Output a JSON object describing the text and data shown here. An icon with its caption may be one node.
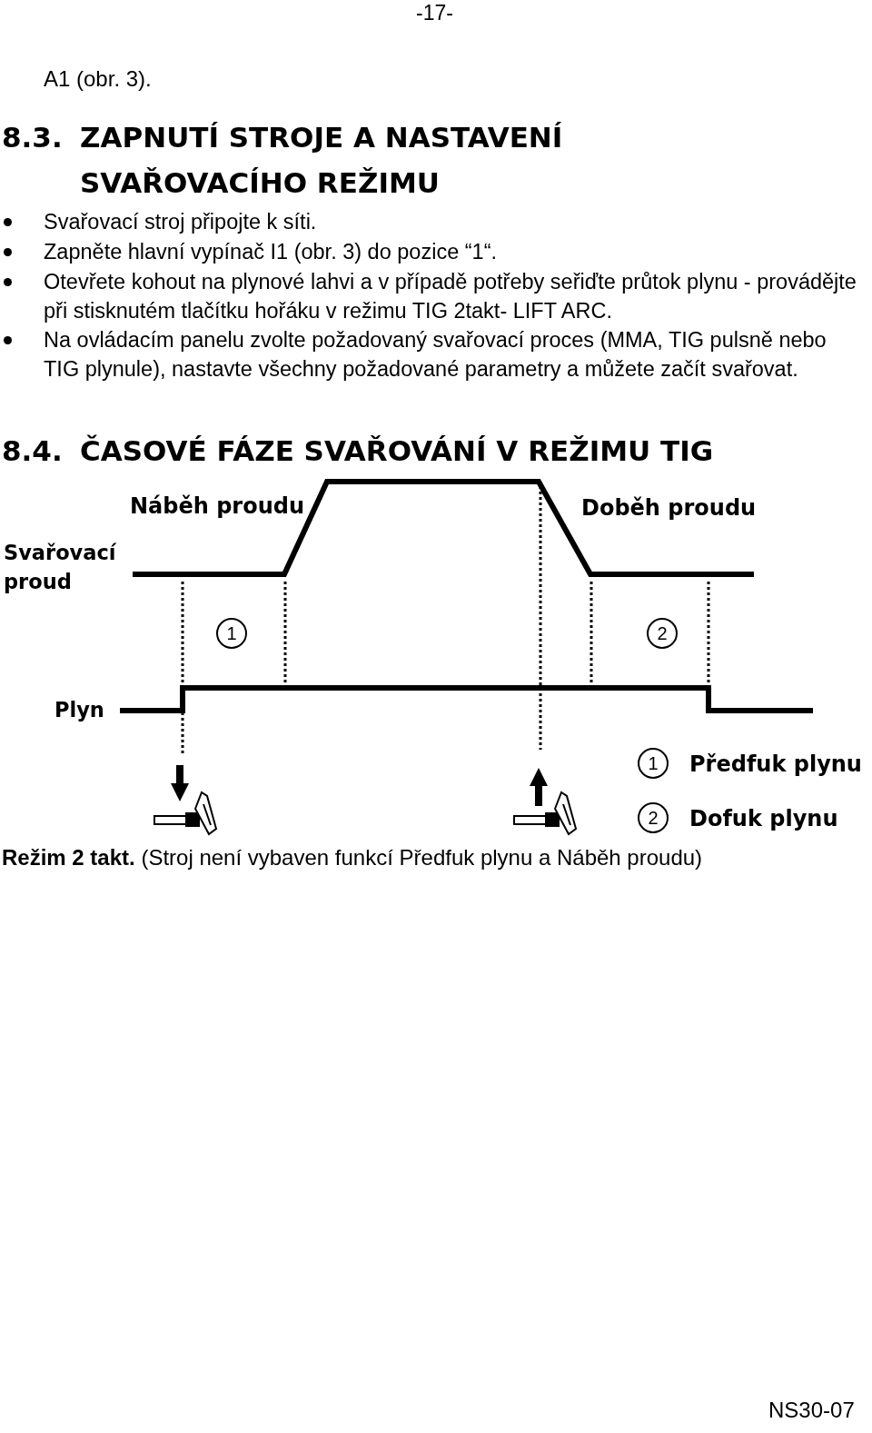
{
  "diagram": {
    "labels": [
      "-17-",
      "A1 (obr. 3).",
      "8.3.",
      "ZAPNUTÍ STROJE A NASTAVENÍ SVAŘOVACÍHO REŽIMU",
      "Svařovací stroj připojte k síti.",
      "Zapněte hlavní vypínač I1 (obr. 3) do pozice “1“.",
      "Otevřete kohout na plynové lahvi a v případě potřeby seřiďte průtok plynu - provádějte při stisknutém tlačítku hořáku v režimu TIG 2takt- LIFT ARC.",
      "Na ovládacím panelu zvolte požadovaný svařovací proces (MMA, TIG pulsně nebo TIG plynule), nastavte všechny požadované parametry a můžete začít svařovat.",
      "8.4.",
      "ČASOVÉ FÁZE SVAŘOVÁNÍ V REŽIMU TIG",
      "Náběh proudu",
      "Doběh proudu",
      "Svařovací proud",
      "1",
      "2",
      "Plyn",
      "1",
      "Předfuk plynu",
      "2",
      "Dofuk plynu",
      "**Režim 2 takt.** (Stroj není vybaven funkcí Předfuk plynu a Náběh proudu)",
      "NS30-07"
    ]
  }
}
